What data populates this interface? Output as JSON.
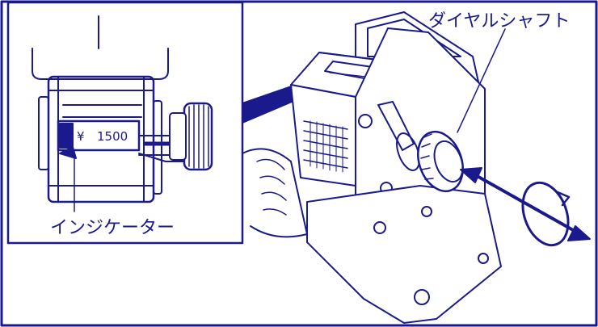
{
  "labels": {
    "dial_shaft": "ダイヤルシャフト",
    "indicator": "インジケーター"
  },
  "counter": {
    "currency": "¥",
    "value": "1500"
  },
  "colors": {
    "line": "#1a1a8c",
    "background": "#ffffff"
  }
}
